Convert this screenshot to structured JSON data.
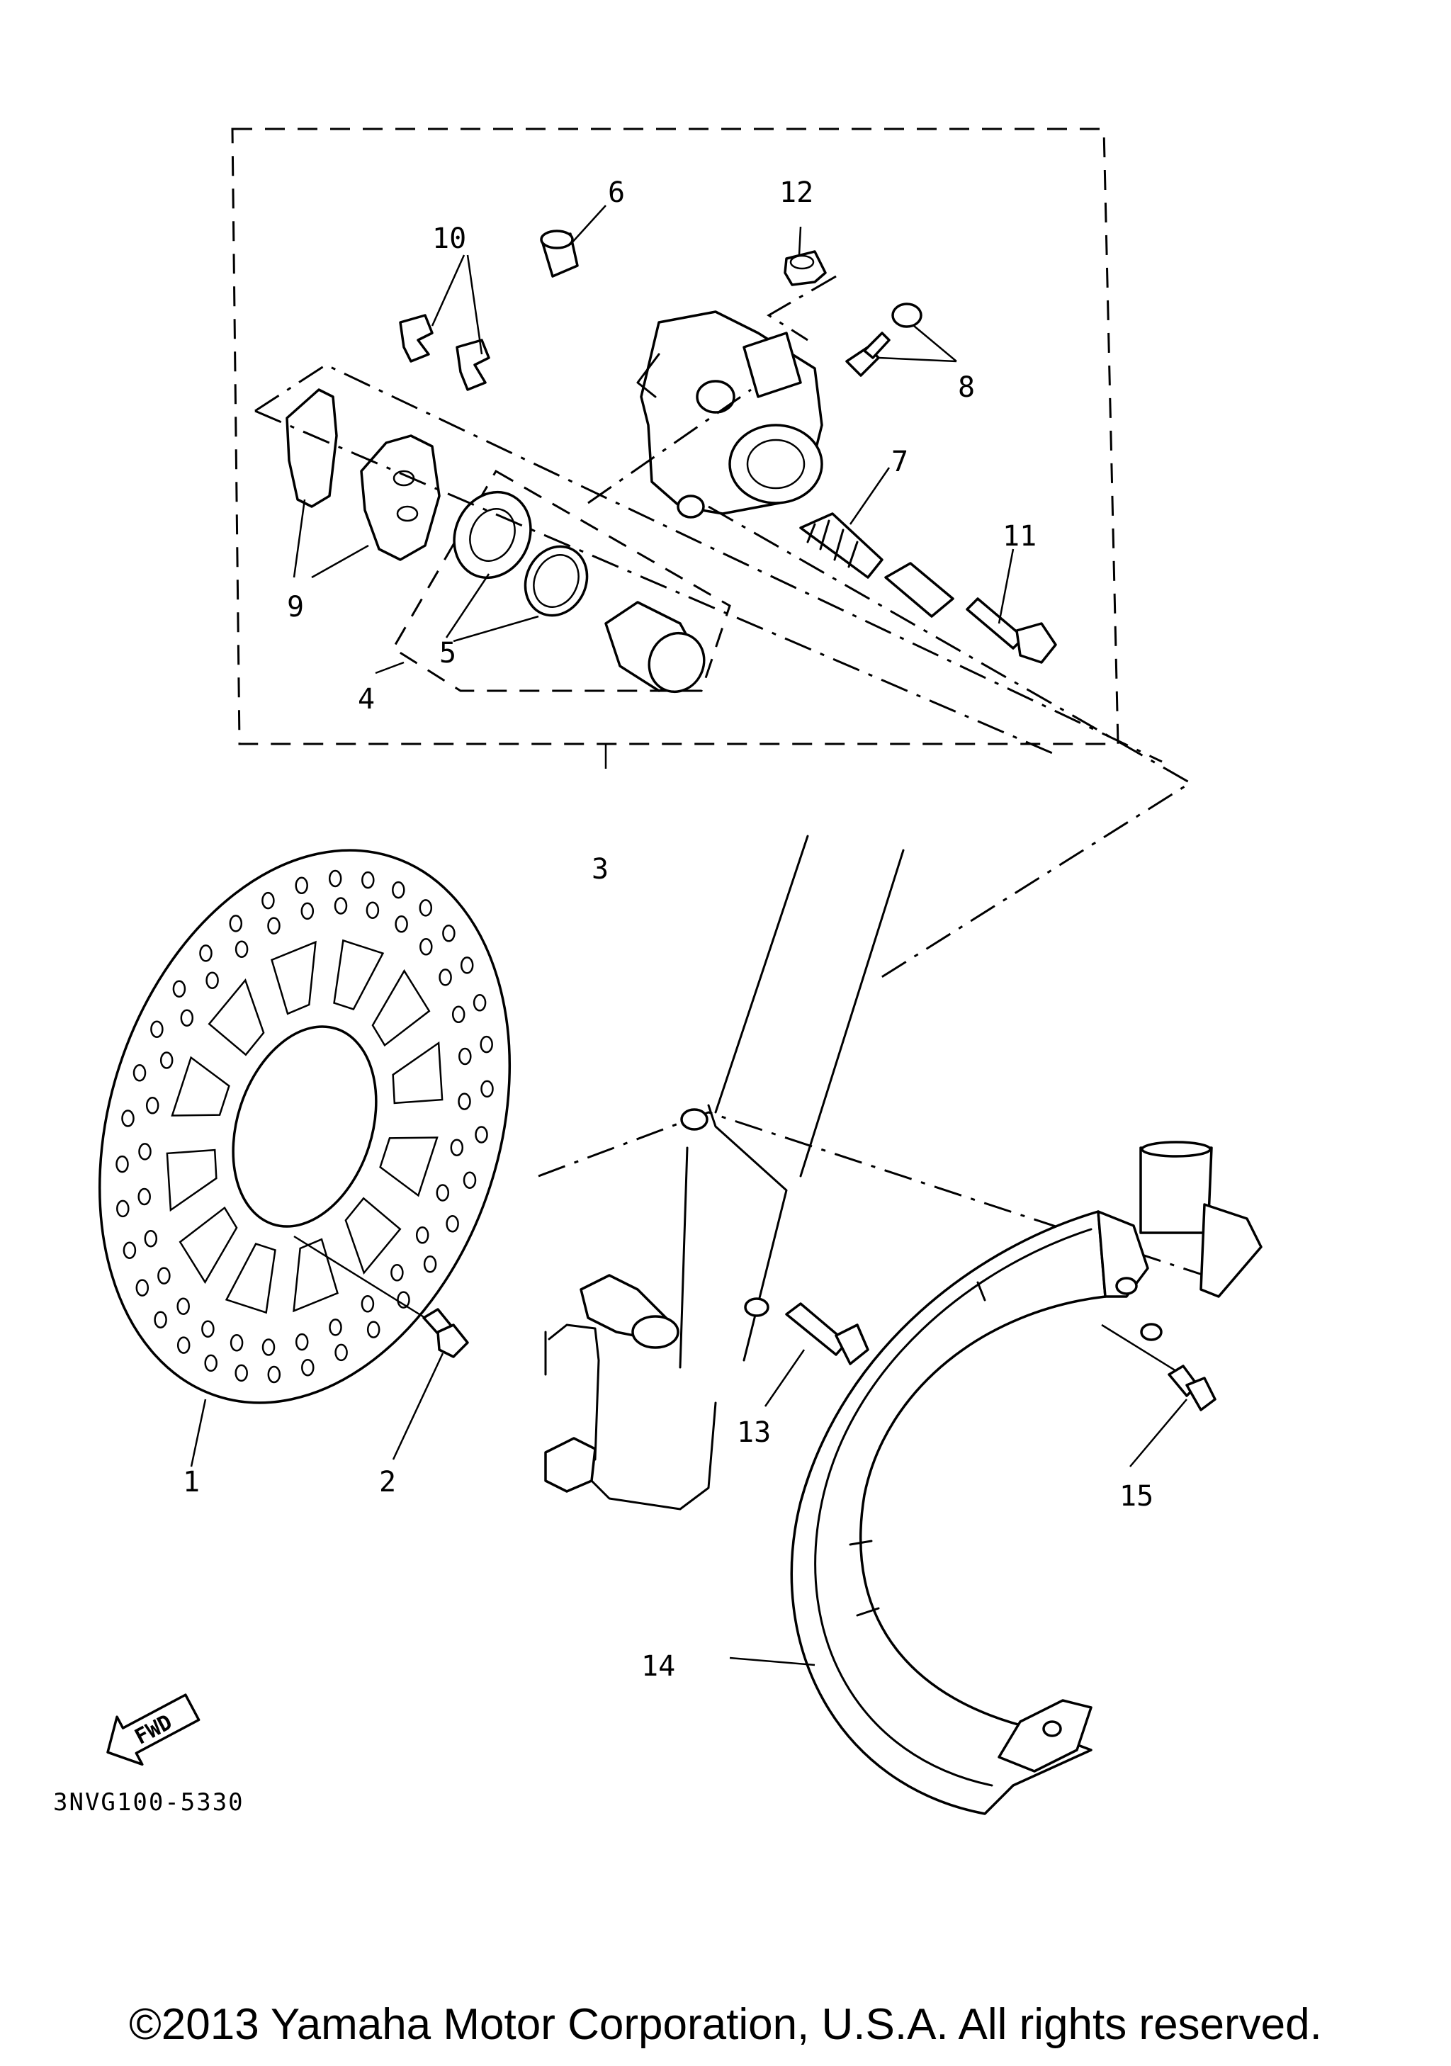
{
  "diagram": {
    "callouts": [
      "1",
      "2",
      "3",
      "4",
      "5",
      "6",
      "7",
      "8",
      "9",
      "10",
      "11",
      "12",
      "13",
      "14",
      "15"
    ],
    "direction_badge": "FWD",
    "part_code": "3NVG100-5330"
  },
  "footer": {
    "copyright": "©2013 Yamaha Motor Corporation, U.S.A. All rights reserved."
  }
}
